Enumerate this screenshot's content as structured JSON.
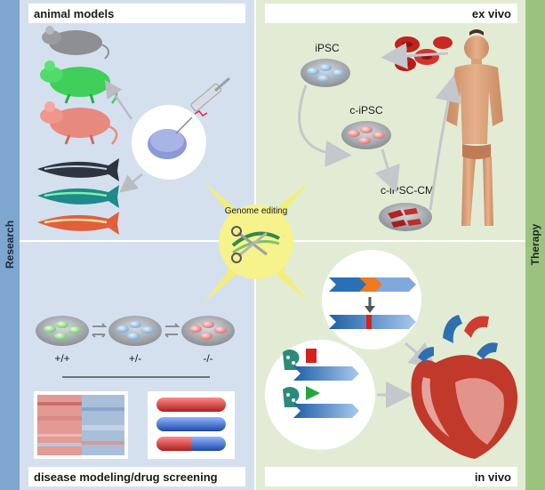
{
  "sidebars": {
    "left_label": "Research",
    "right_label": "Therapy"
  },
  "quadrants": {
    "top_left_title": "animal models",
    "top_right_title": "ex vivo",
    "bottom_left_title": "disease modeling/drug screening",
    "bottom_right_title": "in vivo"
  },
  "center": {
    "label": "Genome editing"
  },
  "ex_vivo": {
    "ipsc": "iPSC",
    "c_ipsc": "c-iPSC",
    "c_ipsc_cm": "c-iPSC-CM"
  },
  "genotypes": [
    "+/+",
    "+/-",
    "-/-"
  ],
  "colors": {
    "research_bar": "#7ea6cf",
    "therapy_bar": "#9cc37e",
    "research_panel": "#d5e0ef",
    "therapy_panel": "#e2ecd4",
    "title_box": "#ffffff",
    "star": "#f3ee7a",
    "heart_red": "#c0392b",
    "vessel_blue": "#2e6fb0"
  }
}
